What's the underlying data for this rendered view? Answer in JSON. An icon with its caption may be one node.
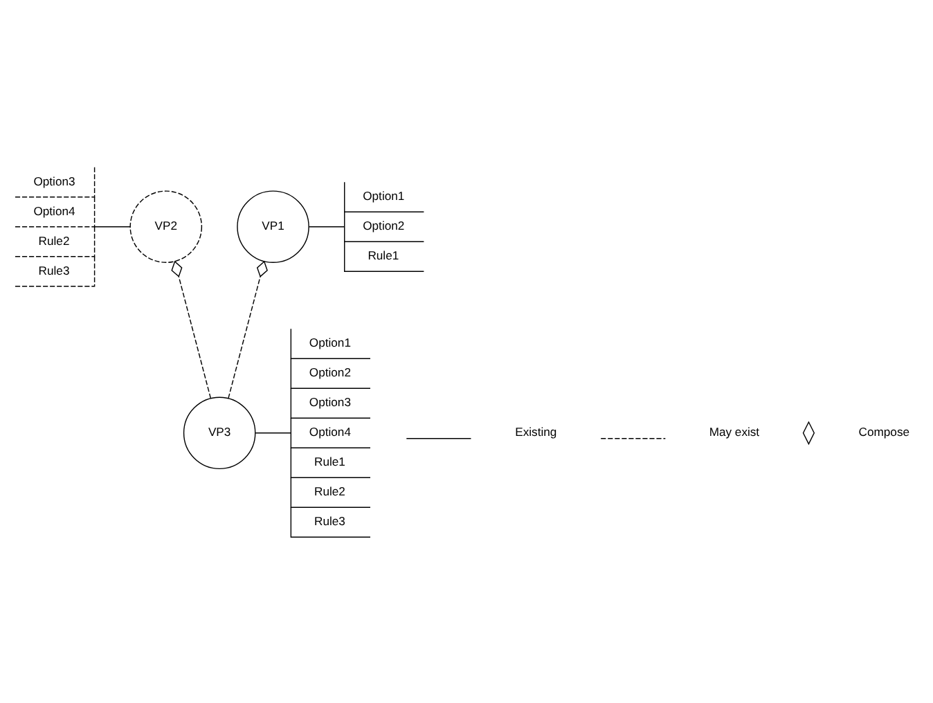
{
  "diagram": {
    "nodes": [
      {
        "text": [
          "Option3",
          "Option4",
          "Rule2",
          "Rule3"
        ]
      },
      {
        "text": [
          "VP2"
        ]
      },
      {
        "text": [
          "VP1"
        ]
      },
      {
        "text": [
          "Option1",
          "Option2",
          "Rule1"
        ]
      },
      {
        "text": [
          "VP3"
        ]
      },
      {
        "text": [
          "Option1",
          "Option2",
          "Option3",
          "Option4",
          "Rule1",
          "Rule2",
          "Rule3"
        ]
      }
    ],
    "edges": [
      {
        "from": 0,
        "to": 1,
        "arrow": "none"
      },
      {
        "from": 2,
        "to": 3,
        "arrow": "none"
      },
      {
        "from": 4,
        "to": 1,
        "arrow": "other",
        "style": "dashed"
      },
      {
        "from": 4,
        "to": 2,
        "arrow": "other",
        "style": "dashed"
      },
      {
        "from": 4,
        "to": 5,
        "arrow": "none"
      }
    ],
    "legend": [
      {
        "text": "Existing"
      },
      {
        "text": "May exist"
      },
      {
        "text": "Compose"
      }
    ]
  }
}
